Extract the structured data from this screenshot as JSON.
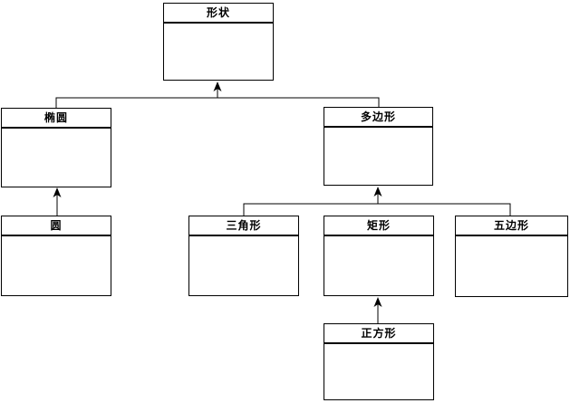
{
  "diagram": {
    "type": "uml-class-inheritance",
    "background_color": "#ffffff",
    "line_color": "#000000",
    "box_fill_color": "#ffffff",
    "nodes": {
      "shape": {
        "label": "形状"
      },
      "ellipse": {
        "label": "椭圆"
      },
      "polygon": {
        "label": "多边形"
      },
      "circle": {
        "label": "圆"
      },
      "triangle": {
        "label": "三角形"
      },
      "rectangle": {
        "label": "矩形"
      },
      "pentagon": {
        "label": "五边形"
      },
      "square": {
        "label": "正方形"
      }
    },
    "relationships": [
      {
        "from": "椭圆",
        "to": "形状",
        "type": "generalization"
      },
      {
        "from": "多边形",
        "to": "形状",
        "type": "generalization"
      },
      {
        "from": "圆",
        "to": "椭圆",
        "type": "generalization"
      },
      {
        "from": "三角形",
        "to": "多边形",
        "type": "generalization"
      },
      {
        "from": "矩形",
        "to": "多边形",
        "type": "generalization"
      },
      {
        "from": "五边形",
        "to": "多边形",
        "type": "generalization"
      },
      {
        "from": "正方形",
        "to": "矩形",
        "type": "generalization"
      }
    ]
  }
}
